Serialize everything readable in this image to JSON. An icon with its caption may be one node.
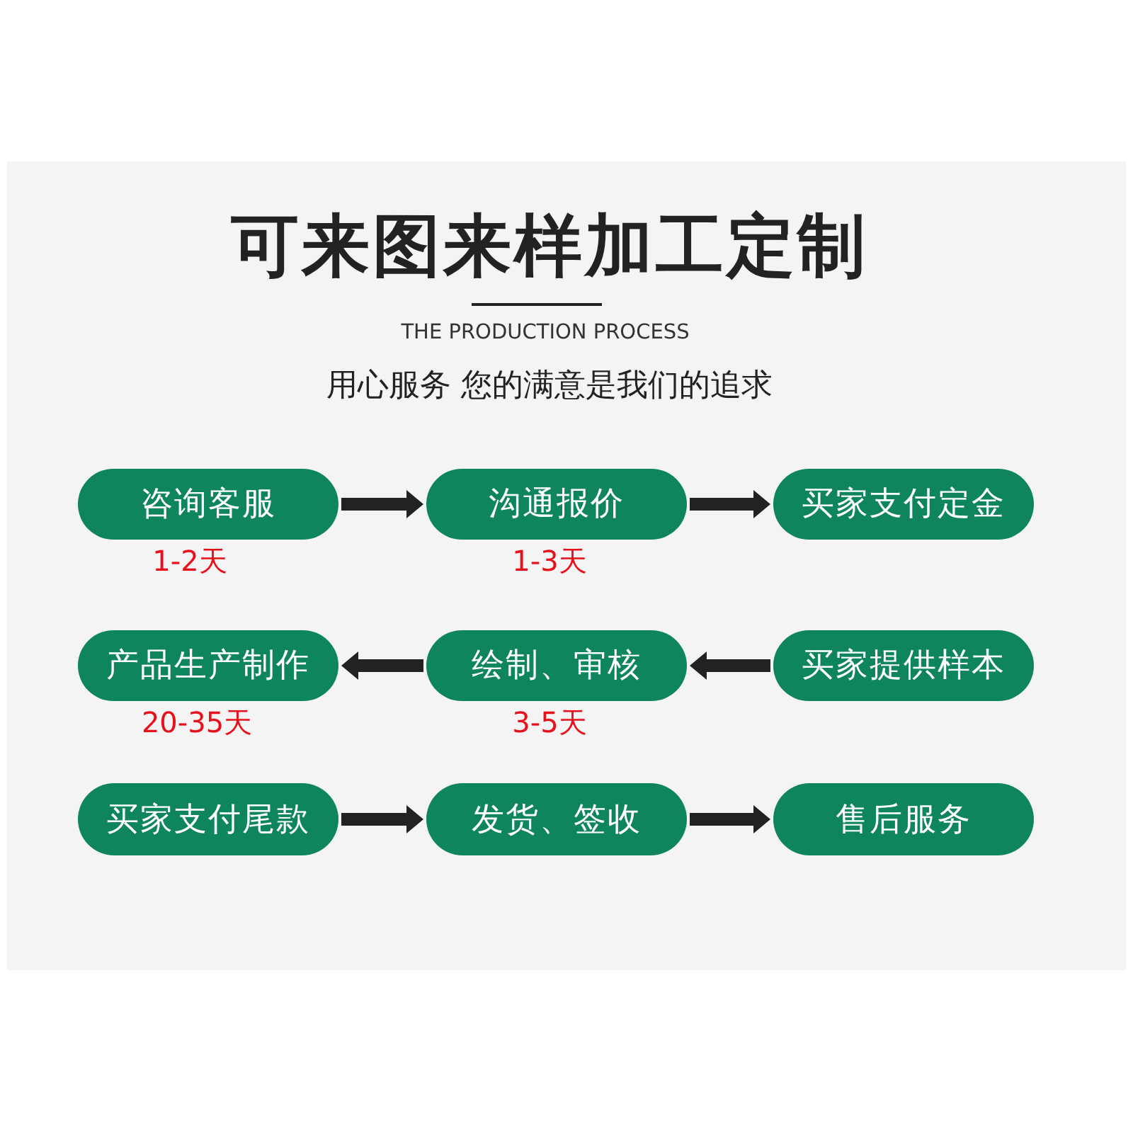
{
  "diagram": {
    "title": "可来图来样加工定制",
    "nodes": [
      {
        "text": [
          "咨询客服"
        ],
        "beside": [
          "1-2天"
        ]
      },
      {
        "text": [
          "沟通报价"
        ],
        "beside": [
          "1-3天"
        ]
      },
      {
        "text": [
          "买家支付定金"
        ]
      },
      {
        "text": [
          "产品生产制作"
        ],
        "beside": [
          "20-35天"
        ]
      },
      {
        "text": [
          "绘制、审核"
        ],
        "beside": [
          "3-5天"
        ]
      },
      {
        "text": [
          "买家提供样本"
        ]
      },
      {
        "text": [
          "买家支付尾款"
        ]
      },
      {
        "text": [
          "发货、签收"
        ]
      },
      {
        "text": [
          "售后服务"
        ]
      }
    ],
    "edges": [
      {
        "from": 0,
        "to": 1,
        "arrow": "to"
      },
      {
        "from": 1,
        "to": 2,
        "arrow": "to"
      },
      {
        "from": 5,
        "to": 4,
        "arrow": "to"
      },
      {
        "from": 4,
        "to": 3,
        "arrow": "to"
      },
      {
        "from": 6,
        "to": 7,
        "arrow": "to"
      },
      {
        "from": 7,
        "to": 8,
        "arrow": "to"
      }
    ],
    "labels": [
      "THE PRODUCTION PROCESS",
      "用心服务 您的满意是我们的追求"
    ]
  }
}
